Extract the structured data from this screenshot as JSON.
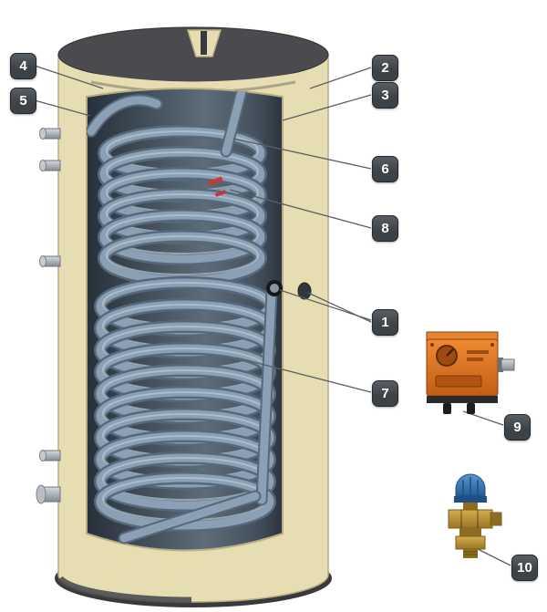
{
  "callouts": {
    "c1": {
      "label": "1"
    },
    "c2": {
      "label": "2"
    },
    "c3": {
      "label": "3"
    },
    "c4": {
      "label": "4"
    },
    "c5": {
      "label": "5"
    },
    "c6": {
      "label": "6"
    },
    "c7": {
      "label": "7"
    },
    "c8": {
      "label": "8"
    },
    "c9": {
      "label": "9"
    },
    "c10": {
      "label": "10"
    }
  },
  "icons": {
    "tank": "storage-tank-cutaway",
    "upper_coil": "upper-heat-exchanger-coil",
    "lower_coil": "lower-heat-exchanger-coil",
    "thermostat": "thermostat-unit",
    "valve": "safety-relief-valve"
  },
  "colors": {
    "badge_bg": "#3d4247",
    "badge_text": "#ffffff",
    "line": "#5a5f64",
    "insulation": "#e6ddb2",
    "insulation_edge": "#b9ae85",
    "shell_top": "#4b4b4f",
    "cavity_dark": "#3f4c57",
    "cavity_light": "#5d6c78",
    "coil_dark": "#56697a",
    "coil_mid": "#8ba0b4",
    "coil_light": "#c6d3dd",
    "pipe_grey": "#9aa2a8",
    "port_dark": "#14181c",
    "thermo_orange": "#d96e1e",
    "thermo_dark": "#9e4a10",
    "valve_brass": "#bf9433",
    "valve_brass_dark": "#8f6d20",
    "valve_cap_blue": "#2e6fae",
    "sensor_red": "#c23b3b"
  }
}
